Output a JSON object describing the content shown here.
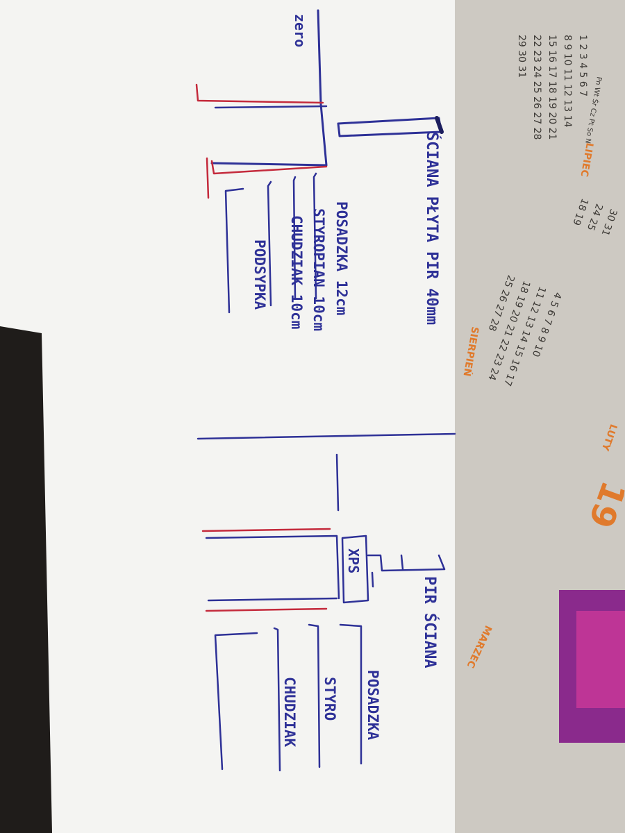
{
  "colors": {
    "paper": "#f4f4f2",
    "ink_blue": "#2e3197",
    "ink_red": "#c42a3c",
    "calendar_bg": "#cdc9c2",
    "calendar_text": "#3d3a36",
    "calendar_accent": "#e07a2c",
    "background": "#2a2623"
  },
  "sketch": {
    "label_zero": "zero",
    "top_detail": {
      "wall_label": "ŚCIANA PŁYTA PIR 40mm",
      "layers": [
        "POSADZKA 12cm",
        "STYROPIAN 10cm",
        "CHUDZIAK 10cm",
        "PODSYPKA"
      ]
    },
    "bottom_detail": {
      "wall_label": "PIR ŚCIANA",
      "xps_label": "XPS",
      "layers": [
        "POSADZKA",
        "STYRO",
        "CHUDZIAK"
      ]
    }
  },
  "calendar": {
    "months": [
      "LIPIEC",
      "SIERPIEŃ",
      "LUTY",
      "MARZEC"
    ],
    "weekday_header": "Pn Wt Śr Cz Pt So N",
    "year_fragment": "19",
    "rows_top": [
      "1 2 3 4 5 6 7",
      "8 9 10 11 12 13 14",
      "15 16 17 18 19 20 21",
      "22 23 24 25 26 27 28",
      "29 30 31"
    ],
    "rows_mid": [
      "4 5 6 7 8 9 10",
      "11 12 13 14 15 16 17",
      "18 19 20 21 22 23 24",
      "25 26 27 28"
    ],
    "rows_side": [
      "30 31",
      "24 25",
      "18 19"
    ]
  }
}
